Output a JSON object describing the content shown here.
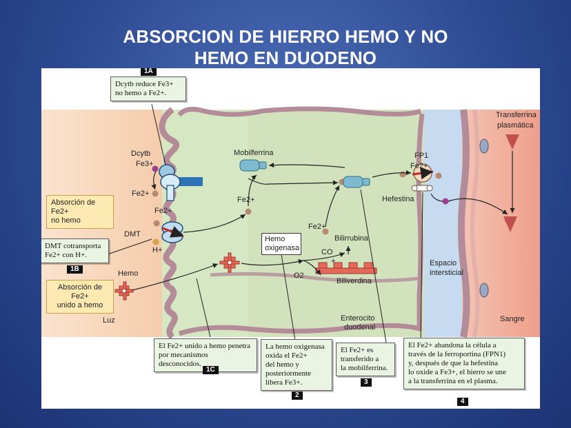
{
  "slide": {
    "title_line1": "ABSORCION DE HIERRO HEMO Y NO",
    "title_line2": "HEMO EN DUODENO"
  },
  "labels": {
    "dcytb": "Dcytb",
    "fe3": "Fe3+",
    "fe2_a": "Fe2+",
    "fe2_b": "Fe2+",
    "fe2_c": "Fe2+",
    "fe2_d": "Fe2+",
    "fe2_fp1": "Fe2+",
    "dmt": "DMT",
    "h_plus": "H+",
    "hemo": "Hemo",
    "luz": "Luz",
    "mobilferrina": "Mobilferrina",
    "fp1": "FP1",
    "hefestina": "Hefestina",
    "co": "CO",
    "plus": "+",
    "o2": "O2",
    "bilirrubina": "Bilirrubina",
    "biliverdina": "Biliverdina",
    "enterocito": "Enterocito",
    "duodenal": "duodenal",
    "espacio": "Espacio",
    "intersticial": "intersticial",
    "transferrina": "Transferrina",
    "plasmatica": "plasmática",
    "sangre": "Sangre",
    "hemo_oxigenasa_1": "Hemo",
    "hemo_oxigenasa_2": "oxigenasa"
  },
  "callouts": {
    "c1a": {
      "tag": "1A",
      "l1": "Dcytb reduce Fe3+",
      "l2": "no hemo a Fe2+."
    },
    "c1b": {
      "tag": "1B",
      "l1": "DMT cotransporta",
      "l2": "Fe2+ con H+."
    },
    "c1c": {
      "tag": "1C",
      "l1": "El Fe2+ unido a hemo penetra",
      "l2": "por mecanismos desconocidos."
    },
    "c2": {
      "tag": "2",
      "l1": "La hemo oxigenasa",
      "l2": "oxida el Fe2+",
      "l3": "del hemo y",
      "l4": "posteriormente",
      "l5": "libera Fe3+."
    },
    "c3": {
      "tag": "3",
      "l1": "El Fe2+ es",
      "l2": "transferido a",
      "l3": "la mobilferrina."
    },
    "c4": {
      "tag": "4",
      "l1": "El Fe2+ abandona la célula a",
      "l2": "través de la ferroportina (FPN1)",
      "l3": "y, después de que la hefestina",
      "l4": "lo oxide a Fe3+, el hierro se une",
      "l5": "a la transferrina en el plasma."
    }
  },
  "side_boxes": {
    "nohemo_l1": "Absorción de Fe2+",
    "nohemo_l2": "no hemo",
    "hemo_l1": "Absorción de Fe2+",
    "hemo_l2": "unido a hemo"
  },
  "colors": {
    "lumen": "#f6d2b3",
    "cell": "#d7e8c4",
    "interstitial": "#c8dcef",
    "blood": "#f1b6a6",
    "membrane": "#b98f9b",
    "callout_bg": "#eaf4e2",
    "yellow_box": "#fde9b2",
    "heme": "#e36a5a",
    "iron": "#b58a6e"
  }
}
